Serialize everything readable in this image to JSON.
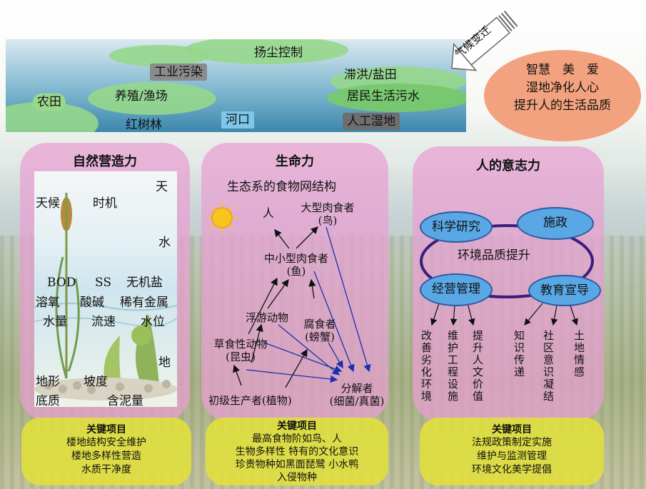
{
  "banner": {
    "tags": {
      "dust_control": "扬尘控制",
      "industrial_pollution": "工业污染",
      "flood_saltfield": "滞洪/盐田",
      "farmland": "农田",
      "aquaculture": "养殖/渔场",
      "domestic_sewage": "居民生活污水",
      "mangrove": "红树林",
      "estuary": "河口",
      "constructed_wetland": "人工湿地"
    },
    "climate_label": "气候变迁"
  },
  "goal": {
    "line1": "智慧　美　爱",
    "line2": "湿地净化人心",
    "line3": "提升人的生活品质"
  },
  "panels": {
    "nature": {
      "title": "自然营造力",
      "labels": {
        "sky": "天",
        "weather": "天候",
        "timing": "时机",
        "water": "水",
        "bod": "BOD",
        "ss": "SS",
        "inorganic_salt": "无机盐",
        "dissolved_oxygen": "溶氧",
        "acid_base": "酸碱",
        "rare_metal": "稀有金属",
        "water_volume": "水量",
        "flow_rate": "流速",
        "water_level": "水位",
        "earth": "地",
        "terrain": "地形",
        "slope": "坡度",
        "substrate": "底质",
        "silt_content": "含泥量"
      },
      "key": {
        "title": "关键项目",
        "lines": [
          "楼地结构安全维护",
          "楼地多样性营造",
          "水质干净度"
        ]
      }
    },
    "life": {
      "title": "生命力",
      "subtitle": "生态系的食物网结构",
      "nodes": {
        "human": "人",
        "large_carnivore": "大型肉食者",
        "large_carnivore_sub": "(鸟)",
        "mid_carnivore": "中小型肉食者",
        "mid_carnivore_sub": "(鱼)",
        "plankton": "浮游动物",
        "detritivore": "腐食者",
        "detritivore_sub": "(螃蟹)",
        "herbivore": "草食性动物",
        "herbivore_sub": "(昆虫)",
        "decomposer": "分解者",
        "decomposer_sub": "(细菌/真菌)",
        "producer": "初级生产者(植物)"
      },
      "key": {
        "title": "关键项目",
        "lines": [
          "最高食物阶如鸟、人",
          "生物多样性  特有的文化意识",
          "珍贵物种如黑面琵鹭  小水鸭",
          "入侵物种"
        ]
      }
    },
    "will": {
      "title": "人的意志力",
      "cycle": {
        "research": "科学研究",
        "policy": "施政",
        "center": "环境品质提升",
        "management": "经营管理",
        "education": "教育宣导"
      },
      "outcomes": [
        "改善劣化环境",
        "维护工程设施",
        "提升人文价值",
        "知识传递",
        "社区意识凝结",
        "土地情感"
      ],
      "key": {
        "title": "关键项目",
        "lines": [
          "法规政策制定实施",
          "维护与监测管理",
          "环境文化美学提倡"
        ]
      }
    }
  }
}
